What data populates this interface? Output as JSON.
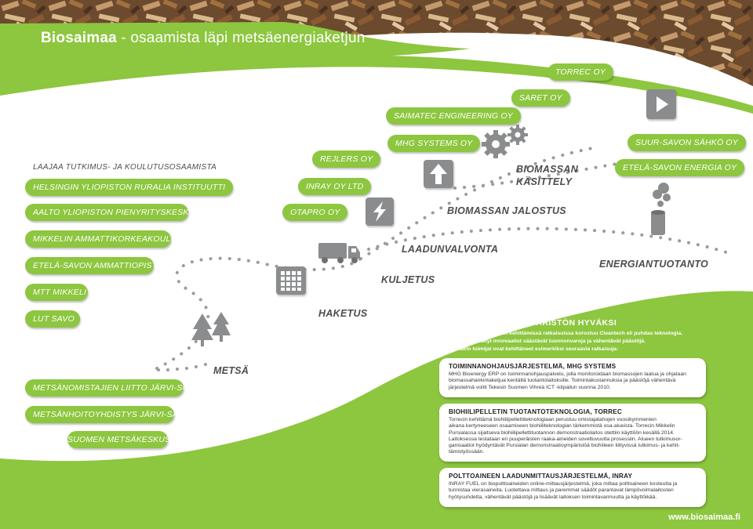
{
  "header": {
    "title_main": "Biosaimaa",
    "title_rest": " - osaamista läpi metsäenergiaketjun"
  },
  "colors": {
    "green": "#8dc63f",
    "gray": "#8a8c8e",
    "dark_text": "#4d4d4f"
  },
  "research": {
    "heading": "LAAJAA TUTKIMUS- JA KOULUTUSOSAAMISTA",
    "items": [
      "HELSINGIN YLIOPISTON RURALIA INSTITUUTTI",
      "AALTO YLIOPISTON PIENYRITYSKESKUS",
      "MIKKELIN AMMATTIKORKEAKOULU",
      "ETELÄ-SAVON AMMATTIOPISTO",
      "MTT MIKKELI",
      "LUT SAVO"
    ]
  },
  "forestry": [
    "METSÄNOMISTAJIEN LIITTO JÄRVI-SUOMI",
    "METSÄNHOITOYHDISTYS JÄRVI-SAVO",
    "SUOMEN METSÄKESKUS"
  ],
  "companies": {
    "rejlers": "REJLERS OY",
    "inray": "INRAY OY LTD",
    "otapro": "OTAPRO OY",
    "saimatec": "SAIMATEC ENGINEERING OY",
    "mhg": "MHG SYSTEMS OY",
    "saret": "SARET OY",
    "torrec": "TORREC OY",
    "suur_savon": "SUUR-SAVON SÄHKÖ OY",
    "etela_savon": "ETELÄ-SAVON ENERGIA OY"
  },
  "chain": {
    "metsa": "METSÄ",
    "haketus": "HAKETUS",
    "kuljetus": "KULJETUS",
    "laadunvalvonta": "LAADUNVALVONTA",
    "jalostus": "BIOMASSAN JALOSTUS",
    "kasittely_1": "BIOMASSAN",
    "kasittely_2": "KÄSITTELY",
    "energiantuotanto": "ENERGIANTUOTANTO"
  },
  "icons": [
    "tree-icon",
    "chipper-grid-icon",
    "truck-icon",
    "lightning-icon",
    "arrow-up-icon",
    "gears-icon",
    "play-icon",
    "chimney-icon"
  ],
  "innovations": {
    "title": "INNOVAATIOITA YMPÄRISTÖN HYVÄKSI",
    "lines": [
      "Biosaimaan toimijoiden kehittämissä ratkaisuissa korostuu Cleantech eli puhdas teknologia.",
      "Alueella kehitetyt innovaatiot säästävät luonnonvaroja ja vähentävät päästöjä.",
      "Klusterin toimijat ovat kehittäneet esimerkiksi seuraavia ratkaisuja:"
    ],
    "boxes": [
      {
        "title": "TOIMINNANOHJAUSJÄRJESTELMÄ, MHG SYSTEMS",
        "body": "MHG Bioenergy ERP on toiminnanohjauspalvelu, jolla monitoroidaan biomassojen laatua ja ohjataan\nbiomassahankintaketjua kentältä tuotantolaitoksille. Toimintakustannuksia ja päästöjä vähentävä\njärjestelmä voitti Tekesin Suomen Vihreä ICT -kilpailun vuonna 2010."
      },
      {
        "title": "BIOHIILIPELLETIN TUOTANTOTEKNOLOGIA, TORREC",
        "body": "Torrecin kehittämä biohiilipellettiteknologiaan perustuu omistajatahojen vuosikymmenien\naikana kertyneeseen osaamiseen biohiiliteknologian tärkemmistä osa-alueista. Torrecin Mikkelin\nPursialassa sijaitseva biohiilipellettituotannon demonstraatiolaitos otettiin käyttöön kesällä 2014.\nLaitoksessa testataan eri puuperäisten raaka-aineiden soveltuvuutta prosessiin. Alueen tutkimusor-\nganisaatiot hyödyntävät Pursialan demonstraatioympäristöä biohiileen liittyvissä tutkimus- ja kehit-\ntämistyössään."
      },
      {
        "title": "POLTTOAINEEN LAADUNMITTAUSJÄRJESTELMÄ, INRAY",
        "body": "INRAY FUEL on biopolttoaineiden online-mittausjärjestelmä, joka mittaa polttoaineen kosteutta ja\ntunnistaa vierasaineita. Luotettava mittaus ja paremmat säädöt parantavat lämpövoimalaitosten\nhyötysuhdetta, vähentävät päästöjä ja lisäävät laitoksen toimintavarmuutta ja käyttöikää."
      }
    ]
  },
  "website": "www.biosaimaa.fi"
}
